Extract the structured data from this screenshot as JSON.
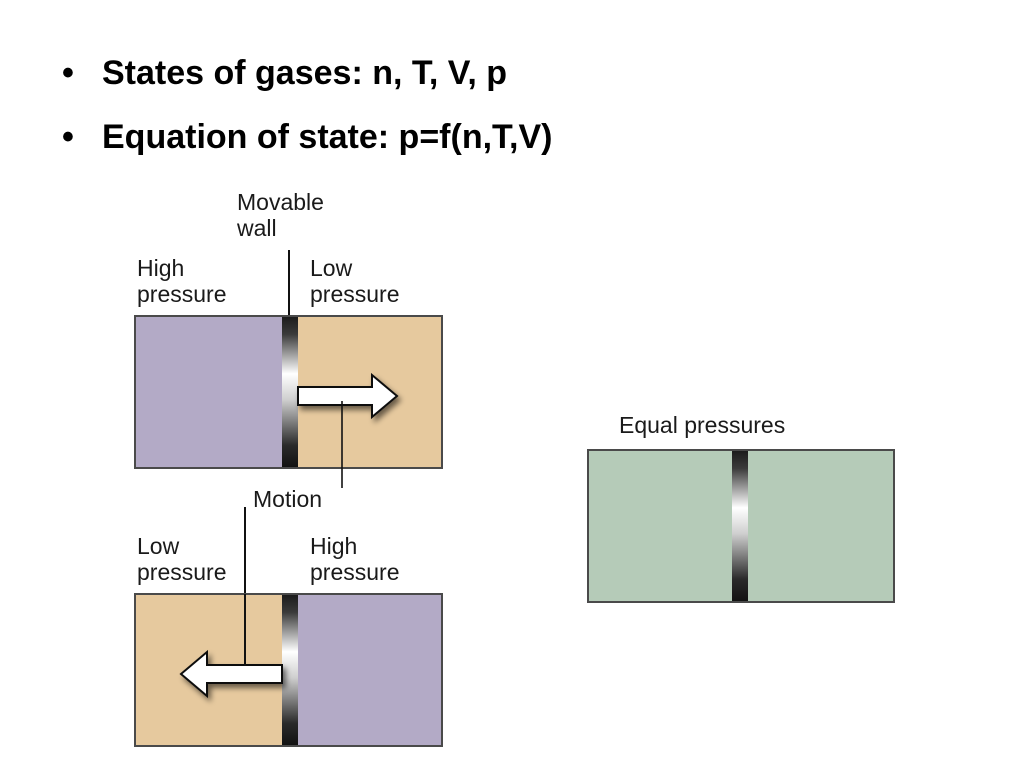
{
  "bullets": [
    {
      "text": "States of gases: n, T, V, p"
    },
    {
      "text": "Equation of state: p=f(n,T,V)"
    }
  ],
  "bullet_symbol": "•",
  "diagram": {
    "movable_wall_label": [
      "Movable",
      "wall"
    ],
    "motion_label": "Motion",
    "top_panel": {
      "left_label": [
        "High",
        "pressure"
      ],
      "right_label": [
        "Low",
        "pressure"
      ],
      "arrow_direction": "right"
    },
    "bottom_panel": {
      "left_label": [
        "Low",
        "pressure"
      ],
      "right_label": [
        "High",
        "pressure"
      ],
      "arrow_direction": "left"
    },
    "equal_panel": {
      "title": "Equal pressures"
    },
    "colors": {
      "high_pressure": "#b3aac6",
      "low_pressure": "#e6c99e",
      "equal_pressure": "#b5cbb8",
      "border": "#4a4a4a",
      "wall_dark": "#1a1a1a",
      "wall_light": "#ffffff"
    }
  }
}
